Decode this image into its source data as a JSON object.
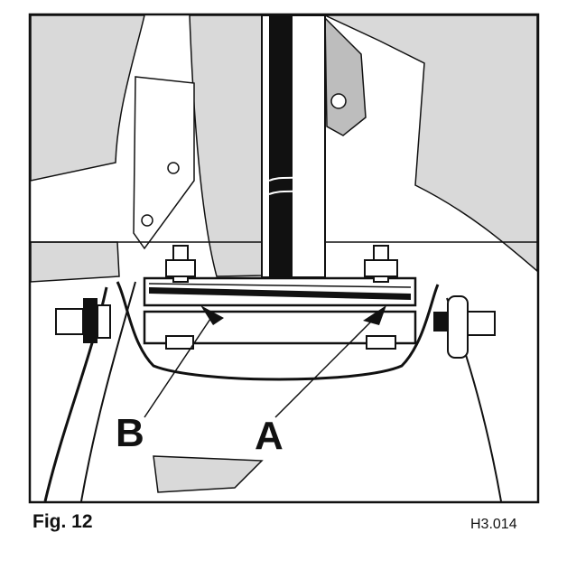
{
  "figure": {
    "label": "Fig. 12",
    "code": "H3.014"
  },
  "callouts": {
    "a": "A",
    "b": "B"
  },
  "colors": {
    "ink": "#111111",
    "paper": "#ffffff",
    "shade": "#d9d9d9",
    "shade_dark": "#bdbdbd"
  }
}
